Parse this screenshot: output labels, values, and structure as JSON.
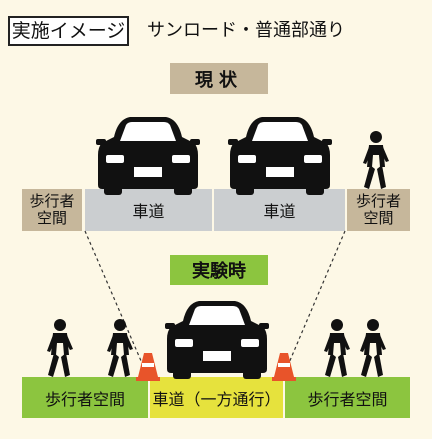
{
  "header": {
    "title": "実施イメージ",
    "subtitle": "サンロード・普通部通り"
  },
  "current": {
    "label": "現状",
    "left_walkway": "歩行者\n空間",
    "roadway_left": "車道",
    "roadway_right": "車道",
    "right_walkway": "歩行者\n空間"
  },
  "experiment": {
    "label": "実験時",
    "left_walkway": "歩行者空間",
    "roadway": "車道（一方通行）",
    "right_walkway": "歩行者空間"
  },
  "colors": {
    "background": "#fdf8e6",
    "walkway_current": "#c6b79b",
    "roadway_current": "#cbced0",
    "walkway_experiment": "#8cc53f",
    "roadway_experiment": "#e6e23d",
    "cone": "#e8542a",
    "silhouette": "#111111"
  },
  "icons": [
    "car-front-icon",
    "pedestrian-icon",
    "traffic-cone-icon"
  ]
}
